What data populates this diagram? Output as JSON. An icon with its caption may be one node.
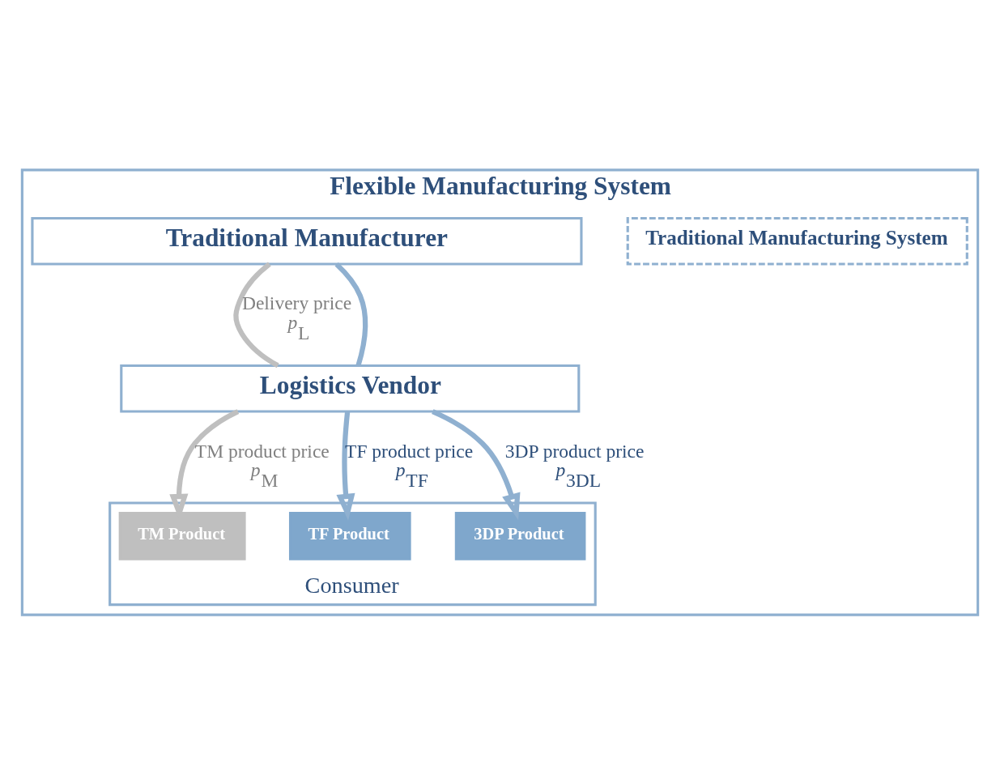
{
  "diagram": {
    "nodes": [
      {
        "text": [
          "Flexible Manufacturing System"
        ]
      },
      {
        "text": [
          "Traditional Manufacturing System"
        ],
        "in": 0
      },
      {
        "text": [
          "Traditional Manufacturer"
        ],
        "in": 0
      },
      {
        "text": [
          "Logistics Vendor"
        ],
        "in": 0
      },
      {
        "text": [
          "Consumer"
        ],
        "in": 0
      },
      {
        "text": [
          "TM Product"
        ],
        "in": 4
      },
      {
        "text": [
          "TF Product"
        ],
        "in": 4
      },
      {
        "text": [
          "3DP Product"
        ],
        "in": 4
      }
    ],
    "edges": [
      {
        "from": 2,
        "to": 3,
        "arrow": "none",
        "label": "Delivery price *p*$_{L}$",
        "color": "#bfbfbf"
      },
      {
        "from": 3,
        "to": 5,
        "arrow": "to",
        "label": "TM product price *p*$_{M}$",
        "color": "#bfbfbf"
      },
      {
        "from": 2,
        "to": 3,
        "arrow": "none"
      },
      {
        "from": 3,
        "to": 6,
        "arrow": "to",
        "label": "TF product price *p*$_{TF}$"
      },
      {
        "from": 3,
        "to": 7,
        "arrow": "to",
        "label": "3DP product price *p*$_{3DL}$"
      }
    ]
  }
}
